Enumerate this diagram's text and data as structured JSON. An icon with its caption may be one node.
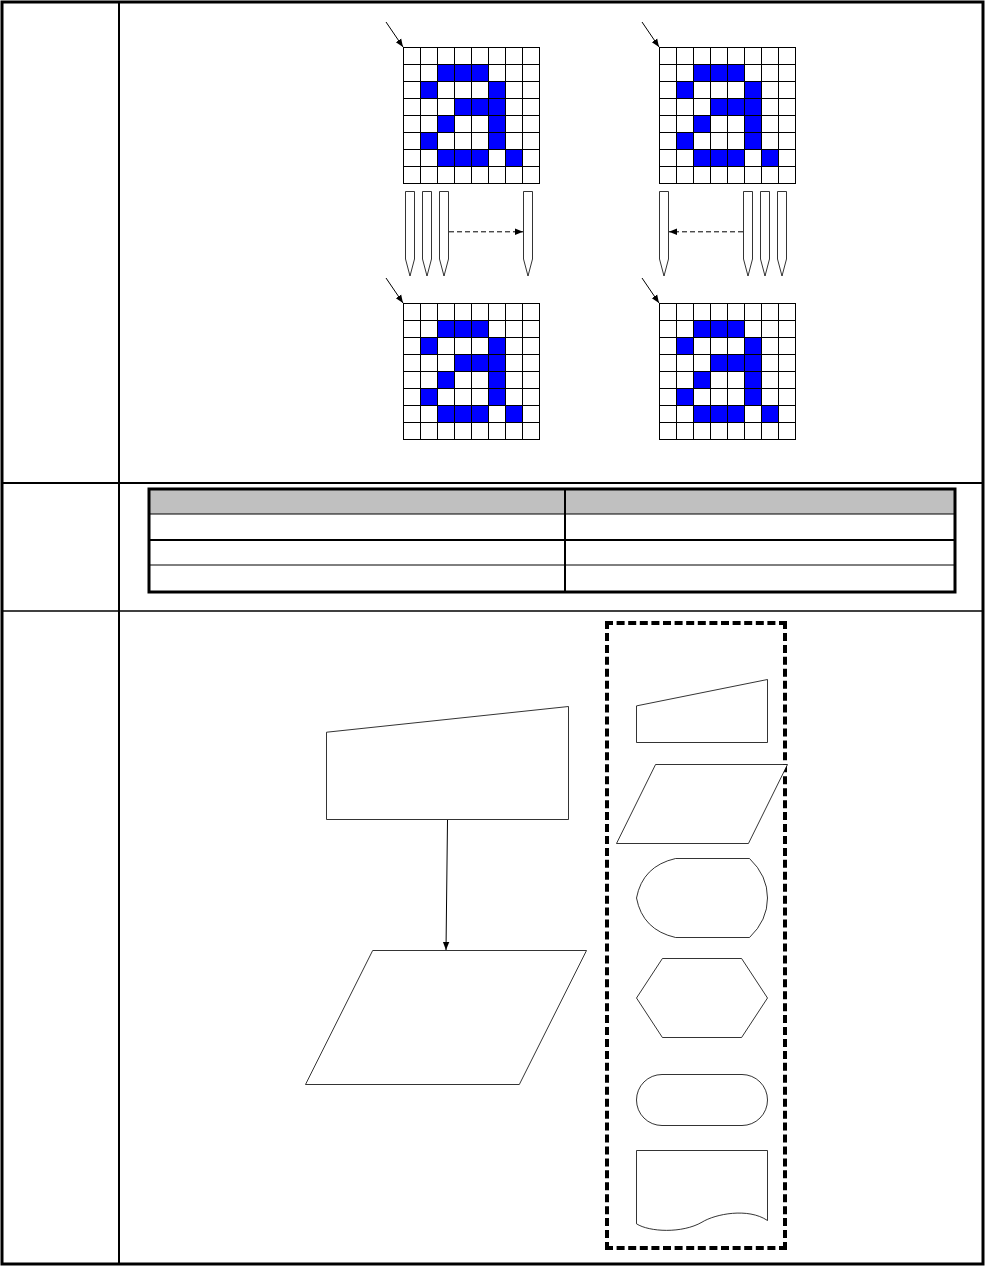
{
  "diagram": {
    "nodes": [
      {
        "text": [],
        "shape": "grid"
      },
      {
        "text": [],
        "shape": "grid"
      },
      {
        "text": [],
        "shape": "pin"
      },
      {
        "text": [],
        "shape": "pin"
      },
      {
        "text": [],
        "shape": "pin"
      },
      {
        "text": [],
        "shape": "pin"
      },
      {
        "text": [],
        "shape": "pin"
      },
      {
        "text": [],
        "shape": "pin"
      },
      {
        "text": [],
        "shape": "pin"
      },
      {
        "text": [],
        "shape": "pin"
      },
      {
        "text": [],
        "shape": "grid"
      },
      {
        "text": [],
        "shape": "grid"
      },
      {
        "text": [],
        "shape": "trapezoid"
      },
      {
        "text": [],
        "shape": "parallelogram"
      },
      {
        "text": [],
        "shape": "box"
      },
      {
        "text": [],
        "shape": "trapezoid",
        "in": 14
      },
      {
        "text": [],
        "shape": "parallelogram",
        "in": 14
      },
      {
        "text": [],
        "shape": "display",
        "in": 14
      },
      {
        "text": [],
        "shape": "hexagon",
        "in": 14
      },
      {
        "text": [],
        "shape": "stadium",
        "in": 14
      },
      {
        "text": [],
        "shape": "document",
        "in": 14
      }
    ],
    "edges": [
      {
        "from": null,
        "to": 0,
        "arrow": "to"
      },
      {
        "from": null,
        "to": 1,
        "arrow": "to"
      },
      {
        "from": 4,
        "to": 5,
        "arrow": "to",
        "style": "dashed"
      },
      {
        "from": 7,
        "to": 6,
        "arrow": "to",
        "style": "dashed"
      },
      {
        "from": null,
        "to": 10,
        "arrow": "to"
      },
      {
        "from": null,
        "to": 11,
        "arrow": "to"
      },
      {
        "from": 12,
        "to": 13,
        "arrow": "to"
      }
    ]
  }
}
